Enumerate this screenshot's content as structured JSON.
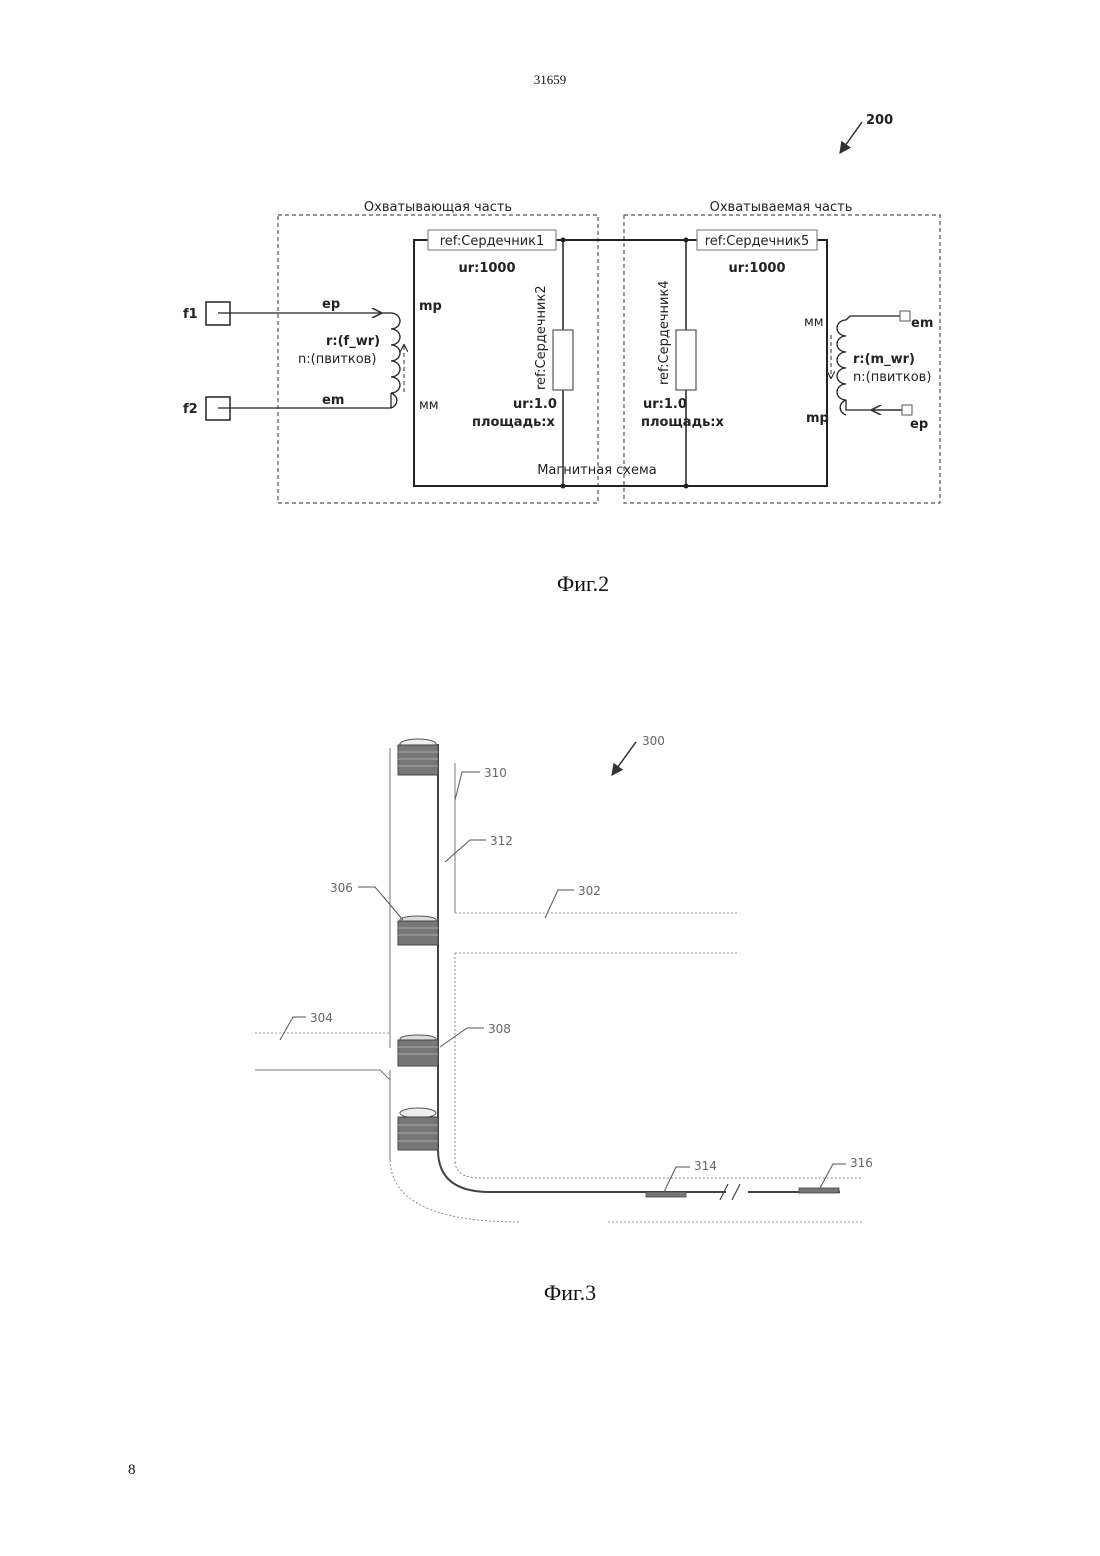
{
  "page": {
    "top_number": "31659",
    "bottom_number": "8"
  },
  "fig2": {
    "ref_number": "200",
    "caption": "Фиг.2",
    "left_part_title": "Охватывающая часть",
    "right_part_title": "Охватываемая часть",
    "core1": "ref:Сердечник1",
    "core1_ur": "ur:1000",
    "core5": "ref:Сердечник5",
    "core5_ur": "ur:1000",
    "core2": "ref:Сердечник2",
    "core2_ur": "ur:1.0",
    "core2_area": "площадь:x",
    "core4": "ref:Сердечник4",
    "core4_ur": "ur:1.0",
    "core4_area": "площадь:x",
    "magnetic_circuit": "Магнитная схема",
    "port_f1": "f1",
    "port_f2": "f2",
    "left_ep": "ep",
    "left_em": "em",
    "left_mp": "mp",
    "left_mm": "мм",
    "left_r": "r:(f_wr)",
    "left_n": "n:(пвитков)",
    "right_mm": "мм",
    "right_em": "em",
    "right_r": "r:(m_wr)",
    "right_n": "n:(пвитков)",
    "right_mp": "mp",
    "right_ep": "ep"
  },
  "fig3": {
    "ref_number": "300",
    "caption": "Фиг.3",
    "labels": {
      "l310": "310",
      "l312": "312",
      "l306": "306",
      "l302": "302",
      "l304": "304",
      "l308": "308",
      "l314": "314",
      "l316": "316"
    }
  }
}
